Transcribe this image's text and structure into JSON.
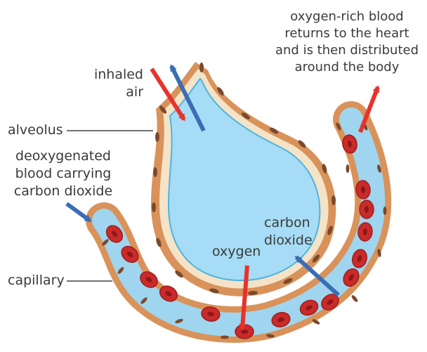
{
  "labels": {
    "inhaled_air": "inhaled\nair",
    "oxygen_rich": "oxygen-rich blood\nreturns to the heart\nand is then distributed\naround the body",
    "alveolus": "alveolus",
    "deoxygenated": "deoxygenated\nblood carrying\ncarbon dioxide",
    "carbon_dioxide": "carbon\ndioxide",
    "oxygen": "oxygen",
    "capillary": "capillary"
  },
  "colors": {
    "alveolus_fill": "#a6dcf5",
    "alveolus_outline": "#4fb3e0",
    "wall_fill": "#f4e3c7",
    "cell_fill": "#d9925a",
    "cell_nucleus": "#7a4a2c",
    "vessel_fill": "#9fd5ee",
    "rbc_fill": "#c92a2a",
    "rbc_center": "#8e1717",
    "arrow_red": "#e8322b",
    "arrow_blue": "#3a6db5",
    "leader_line": "#444444"
  }
}
